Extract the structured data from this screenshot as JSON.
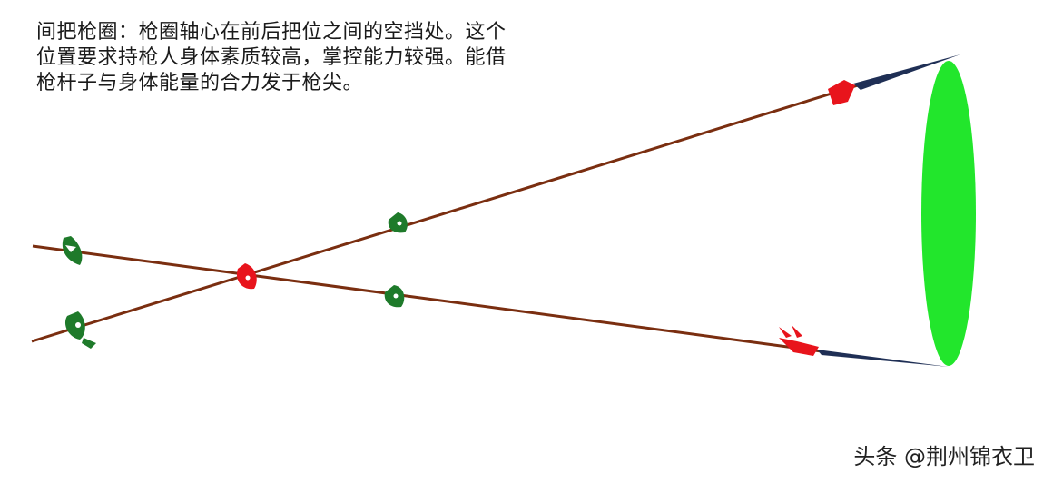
{
  "caption": {
    "lines": [
      "间把枪圈：枪圈轴心在前后把位之间的空挡处。这个",
      "位置要求持枪人身体素质较高，掌控能力较强。能借",
      "枪杆子与身体能量的合力发于枪尖。"
    ]
  },
  "watermark": "头条 @荆州锦衣卫",
  "colors": {
    "shaft": "#7a2e10",
    "spear_tip": "#1f2f55",
    "rear_hand": "#1e7a2a",
    "pivot_hand": "#e8141c",
    "circle": "#22e62c"
  }
}
